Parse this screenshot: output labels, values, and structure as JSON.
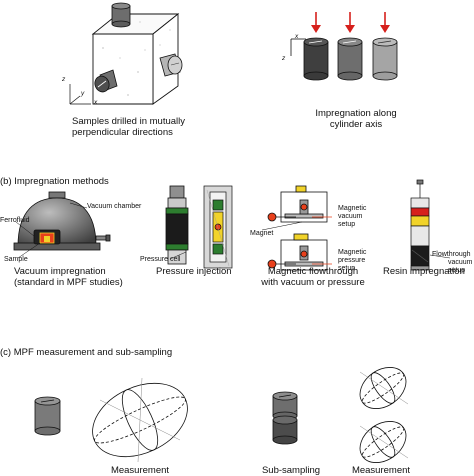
{
  "panel_a": {
    "caption_left": [
      "Samples drilled in mutually",
      "perpendicular directions"
    ],
    "caption_right": [
      "Impregnation along",
      "cylinder axis"
    ],
    "axis_left": {
      "z": "z",
      "y": "y",
      "x": "x"
    },
    "axis_right": {
      "x": "x",
      "z": "z"
    }
  },
  "panel_b": {
    "title": "(b) Impregnation methods",
    "methods": [
      {
        "caption": [
          "Vacuum impregnation",
          "(standard in MPF studies)"
        ]
      },
      {
        "caption": [
          "Pressure injection"
        ]
      },
      {
        "caption": [
          "Magnetic flowthrough",
          "with vacuum or pressure"
        ]
      },
      {
        "caption": [
          "Resin impregnation"
        ]
      }
    ],
    "callouts": {
      "vacuum_chamber": "Vacuum chamber",
      "ferrofluid": "Ferrofluid",
      "sample": "Sample",
      "pressure_cell": "Pressure cell",
      "magnet": "Magnet",
      "magnetic_vacuum_setup": [
        "Magnetic",
        "vacuum",
        "setup"
      ],
      "magnetic_pressure_setup": [
        "Magnetic",
        "pressure",
        "setup"
      ],
      "flowthrough_vacuum_setup": [
        "Flowthrough",
        "vacuum",
        "setup"
      ]
    }
  },
  "panel_c": {
    "title": "(c) MPF measurement and sub-sampling",
    "captions": [
      "Measurement",
      "Sub-sampling",
      "Measurement"
    ]
  },
  "colors": {
    "accent_red": "#d6201c",
    "flame": "#e8401c",
    "yellow": "#f1d32a"
  }
}
